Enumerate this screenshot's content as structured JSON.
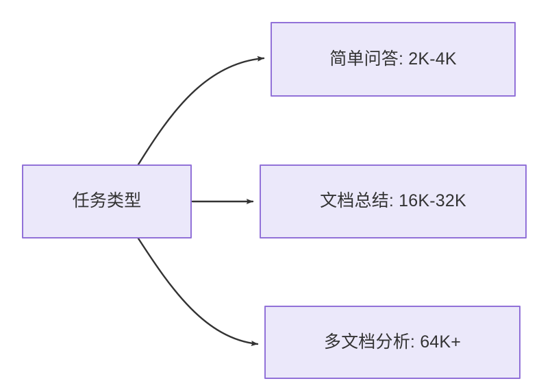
{
  "diagram": {
    "type": "flowchart",
    "direction": "left-to-right",
    "background_color": "#ffffff",
    "node_fill_color": "#ebe8fa",
    "node_border_color": "#9171d8",
    "node_text_color": "#333333",
    "edge_color": "#333333",
    "title": "",
    "nodes": [
      {
        "id": "root",
        "label": "任务类型",
        "role": "source"
      },
      {
        "id": "simple-qa",
        "label": "简单问答: 2K-4K",
        "role": "target"
      },
      {
        "id": "doc-summary",
        "label": "文档总结: 16K-32K",
        "role": "target"
      },
      {
        "id": "multidoc",
        "label": "多文档分析: 64K+",
        "role": "target"
      }
    ],
    "edges": [
      {
        "id": "edge-root-simple-qa",
        "from": "root",
        "to": "simple-qa",
        "label": "",
        "style": "curved",
        "arrow": "end"
      },
      {
        "id": "edge-root-doc-summary",
        "from": "root",
        "to": "doc-summary",
        "label": "",
        "style": "straight",
        "arrow": "end"
      },
      {
        "id": "edge-root-multidoc",
        "from": "root",
        "to": "multidoc",
        "label": "",
        "style": "curved",
        "arrow": "end"
      }
    ]
  }
}
